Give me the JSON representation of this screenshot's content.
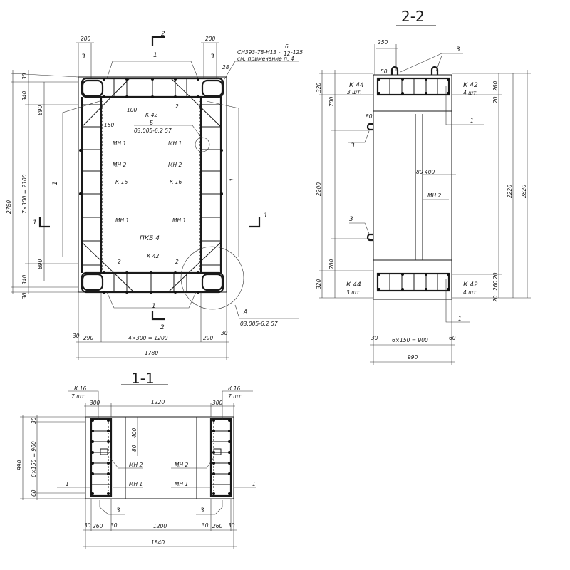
{
  "plan": {
    "dims_top": [
      "200",
      "200"
    ],
    "dims_left": [
      "2780",
      "7×300 = 2100",
      "340",
      "890",
      "30",
      "890",
      "340",
      "30"
    ],
    "dims_bottom": [
      "30",
      "290",
      "4×300 = 1200",
      "290",
      "30",
      "1780"
    ],
    "section_mark_2": "2",
    "section_mark_1": "1",
    "callouts": {
      "pos_1": "1",
      "pos_2": "2",
      "pos_3": "3",
      "k42": "К 42",
      "k16": "К 16",
      "mn1": "МН 1",
      "mn2": "МН 2",
      "pkb4": "ПКБ 4",
      "d150": "150",
      "d100": "100",
      "weld_28": "28",
      "weld_note_1": "СН393-78-Н13 -",
      "weld_note_frac_top": "6",
      "weld_note_frac_bottom": "12",
      "weld_note_tail": "-125",
      "weld_note_2": "см. примечание п. 4",
      "detail_b_letter": "Б",
      "detail_b_ref": "03.005-6.2  57",
      "detail_a_letter": "А",
      "detail_a_ref": "03.005-6.2  57"
    }
  },
  "section_2_2": {
    "title": "2-2",
    "dims_left": [
      "320",
      "700",
      "2200",
      "700",
      "320"
    ],
    "dims_right": [
      "260",
      "20",
      "2220",
      "2820",
      "20",
      "260",
      "20"
    ],
    "dims_top": [
      "250",
      "50"
    ],
    "dims_inner": [
      "80",
      "80",
      "400"
    ],
    "dims_bottom": [
      "30",
      "6×150 = 900",
      "60",
      "990"
    ],
    "callouts": {
      "pos_3": "3",
      "pos_1": "1",
      "k44": "К 44",
      "k44_qty": "3 шт.",
      "k42": "К 42",
      "k42_qty": "4 шт.",
      "mn2": "МН 2"
    }
  },
  "section_1_1": {
    "title": "1-1",
    "dims_top": [
      "300",
      "1220",
      "300"
    ],
    "dims_left": [
      "990",
      "6×150 = 900",
      "30",
      "60"
    ],
    "dims_inner": [
      "400",
      "80"
    ],
    "dims_bottom": [
      "30",
      "260",
      "30",
      "1200",
      "30",
      "260",
      "30",
      "1840"
    ],
    "callouts": {
      "k16": "К 16",
      "k16_qty": "7 шт",
      "mn1": "МН 1",
      "mn2": "МН 2",
      "pos_1": "1",
      "pos_3": "3"
    }
  }
}
